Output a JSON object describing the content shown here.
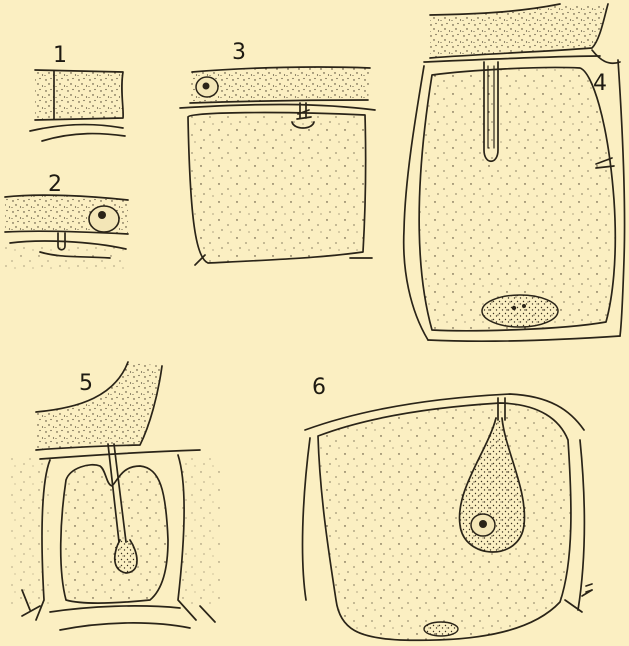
{
  "figure": {
    "background": "#fbefc2",
    "ink": "#2a2418",
    "panel_labels": [
      "1",
      "2",
      "3",
      "4",
      "5",
      "6"
    ]
  }
}
